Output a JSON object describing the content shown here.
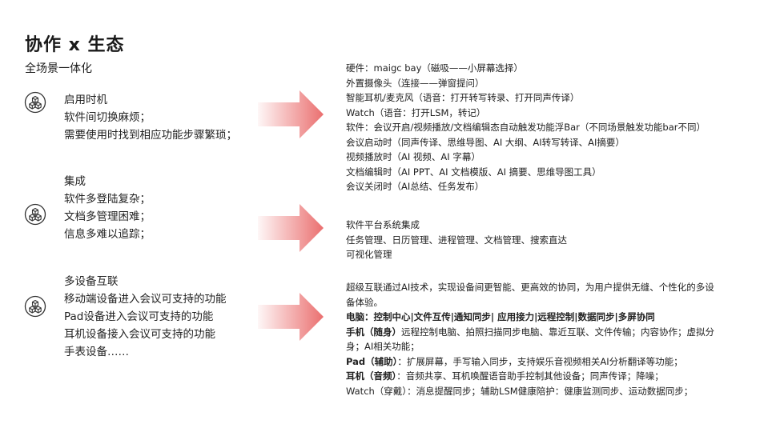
{
  "page": {
    "title": "协作 x 生态",
    "subtitle": "全场景一体化"
  },
  "sections": [
    {
      "icon": "cubes-icon",
      "lines": [
        "启用时机",
        "软件间切换麻烦；",
        "需要使用时找到相应功能步骤繁琐；"
      ]
    },
    {
      "icon": "cubes-icon",
      "lines": [
        "集成",
        "软件多登陆复杂；",
        "文档多管理困难；",
        "信息多难以追踪；"
      ]
    },
    {
      "icon": "cubes-icon",
      "lines": [
        "多设备互联",
        "移动端设备进入会议可支持的功能",
        "Pad设备进入会议可支持的功能",
        "耳机设备接入会议可支持的功能",
        "手表设备……"
      ]
    }
  ],
  "right1": [
    "硬件：maigc bay（磁吸——小屏幕选择）",
    "外置摄像头（连接——弹窗提问）",
    "智能耳机/麦克风（语音：打开转写转录、打开同声传译）",
    "Watch（语音：打开LSM，转记）",
    "软件：会议开启/视频播放/文档编辑态自动触发功能浮Bar（不同场景触发功能bar不同）",
    "会议启动时（同声传译、思维导图、AI 大纲、AI转写转译、AI摘要）",
    "视频播放时（AI 视频、AI 字幕）",
    "文档编辑时（AI PPT、AI 文档模版、AI 摘要、思维导图工具）",
    "会议关闭时（AI总结、任务发布）"
  ],
  "right2": [
    "软件平台系统集成",
    "任务管理、日历管理、进程管理、文档管理、搜索直达",
    "可视化管理"
  ],
  "right3": {
    "intro": "超级互联通过AI技术，实现设备间更智能、更高效的协同，为用户提供无缝、个性化的多设备体验。",
    "bold_line": "电脑：控制中心|文件互传|通知同步| 应用接力|远程控制|数据同步|多屏协同",
    "phone_label": "手机（随身）",
    "phone_text": "远程控制电脑、拍照扫描同步电脑、靠近互联、文件传输；内容协作；虚拟分身；AI相关功能；",
    "pad_label": "Pad（辅助）",
    "pad_text": "：扩展屏幕，手写输入同步，支持娱乐音视频相关AI分析翻译等功能；",
    "earphone_label": "耳机（音频）",
    "earphone_text": "：音频共享、耳机唤醒语音助手控制其他设备；同声传译；降噪；",
    "watch_label": "Watch（穿戴）",
    "watch_text": "：消息提醒同步；辅助LSM健康陪护：健康监测同步、运动数据同步；"
  }
}
